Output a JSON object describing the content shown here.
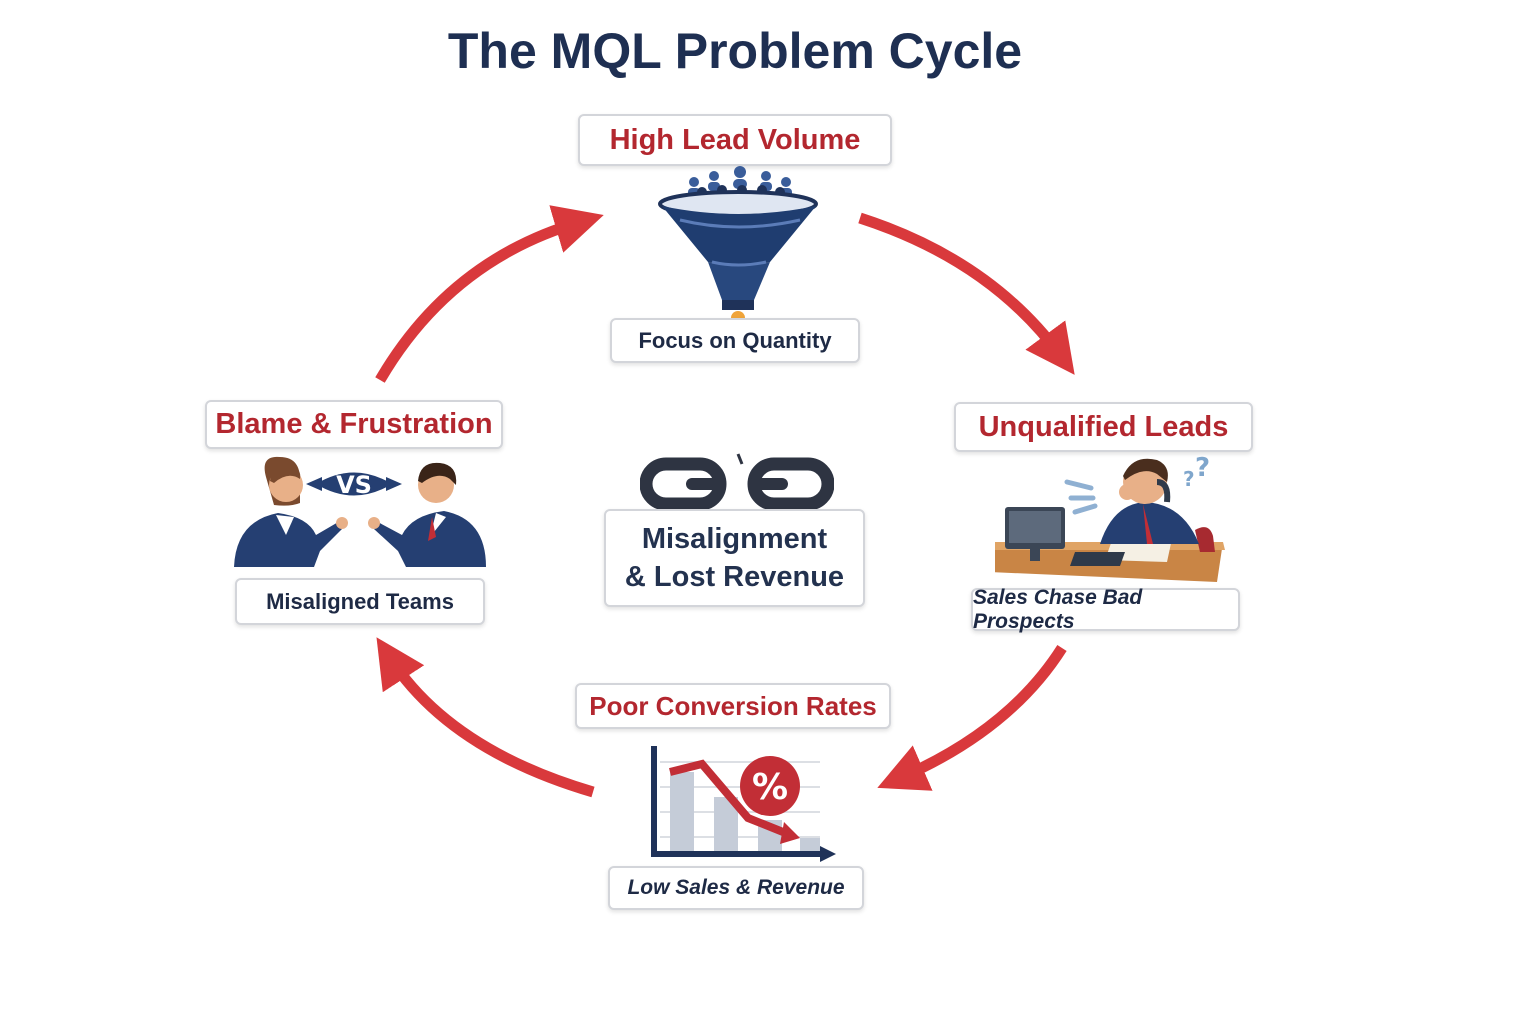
{
  "title": "The MQL Problem Cycle",
  "stages": {
    "top": {
      "heading": "High Lead Volume",
      "caption": "Focus on Quantity"
    },
    "right": {
      "heading": "Unqualified Leads",
      "caption": "Sales Chase Bad Prospects"
    },
    "bottom": {
      "heading": "Poor Conversion Rates",
      "caption": "Low Sales & Revenue"
    },
    "left": {
      "heading": "Blame & Frustration",
      "caption": "Misaligned Teams"
    }
  },
  "center": {
    "line1": "Misalignment",
    "line2": "& Lost Revenue"
  },
  "vs_label": "VS",
  "percent_label": "%",
  "icons": [
    "funnel-icon",
    "people-icon",
    "stressed-sales-rep-icon",
    "declining-chart-icon",
    "arguing-teams-icon",
    "broken-chain-icon"
  ],
  "colors": {
    "accent": "#b3272f",
    "arrow": "#d9393c",
    "navy": "#1e2f52"
  }
}
